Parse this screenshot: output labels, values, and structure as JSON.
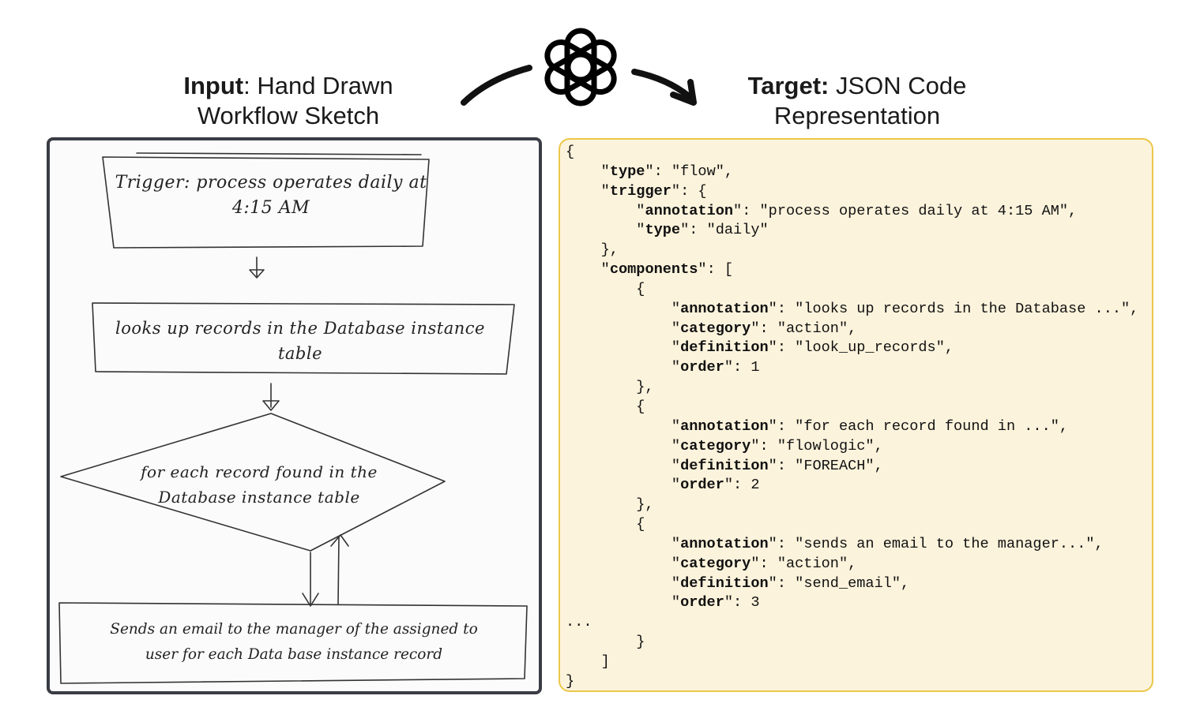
{
  "header": {
    "left_title_bold": "Input",
    "left_title_rest": ": Hand Drawn",
    "left_title_line2": "Workflow Sketch",
    "right_title_bold": "Target:",
    "right_title_rest": " JSON Code",
    "right_title_line2": "Representation",
    "logo_icon": "openai-logo-icon"
  },
  "sketch": {
    "trigger_line1": "Trigger: process operates daily at",
    "trigger_line2": "4:15 AM",
    "lookup_line1": "looks up records in the Database instance",
    "lookup_line2": "table",
    "foreach_line1": "for each record found in the",
    "foreach_line2": "Database instance table",
    "email_line1": "Sends an email to the manager of the assigned to",
    "email_line2": "user for each Data base instance record"
  },
  "json_lines": [
    {
      "indent": 0,
      "text": "{"
    },
    {
      "indent": 1,
      "key": "type",
      "text": ": \"flow\","
    },
    {
      "indent": 1,
      "key": "trigger",
      "text": ": {"
    },
    {
      "indent": 2,
      "key": "annotation",
      "text": ": \"process operates daily at 4:15 AM\","
    },
    {
      "indent": 2,
      "key": "type",
      "text": ": \"daily\""
    },
    {
      "indent": 1,
      "text": "},"
    },
    {
      "indent": 1,
      "key": "components",
      "text": ": ["
    },
    {
      "indent": 2,
      "text": "{"
    },
    {
      "indent": 3,
      "key": "annotation",
      "text": ": \"looks up records in the Database ...\","
    },
    {
      "indent": 3,
      "key": "category",
      "text": ": \"action\","
    },
    {
      "indent": 3,
      "key": "definition",
      "text": ": \"look_up_records\","
    },
    {
      "indent": 3,
      "key": "order",
      "text": ": 1"
    },
    {
      "indent": 2,
      "text": "},"
    },
    {
      "indent": 2,
      "text": "{"
    },
    {
      "indent": 3,
      "key": "annotation",
      "text": ": \"for each record found in ...\","
    },
    {
      "indent": 3,
      "key": "category",
      "text": ": \"flowlogic\","
    },
    {
      "indent": 3,
      "key": "definition",
      "text": ": \"FOREACH\","
    },
    {
      "indent": 3,
      "key": "order",
      "text": ": 2"
    },
    {
      "indent": 2,
      "text": "},"
    },
    {
      "indent": 2,
      "text": "{"
    },
    {
      "indent": 3,
      "key": "annotation",
      "text": ": \"sends an email to the manager...\","
    },
    {
      "indent": 3,
      "key": "category",
      "text": ": \"action\","
    },
    {
      "indent": 3,
      "key": "definition",
      "text": ": \"send_email\","
    },
    {
      "indent": 3,
      "key": "order",
      "text": ": 3"
    },
    {
      "indent": 0,
      "text": "..."
    },
    {
      "indent": 2,
      "text": "}"
    },
    {
      "indent": 1,
      "text": "]"
    },
    {
      "indent": 0,
      "text": "}"
    }
  ],
  "colors": {
    "json_background": "#fcf3dc",
    "json_border": "#ebc84a",
    "sketch_border": "#3a3d45"
  }
}
